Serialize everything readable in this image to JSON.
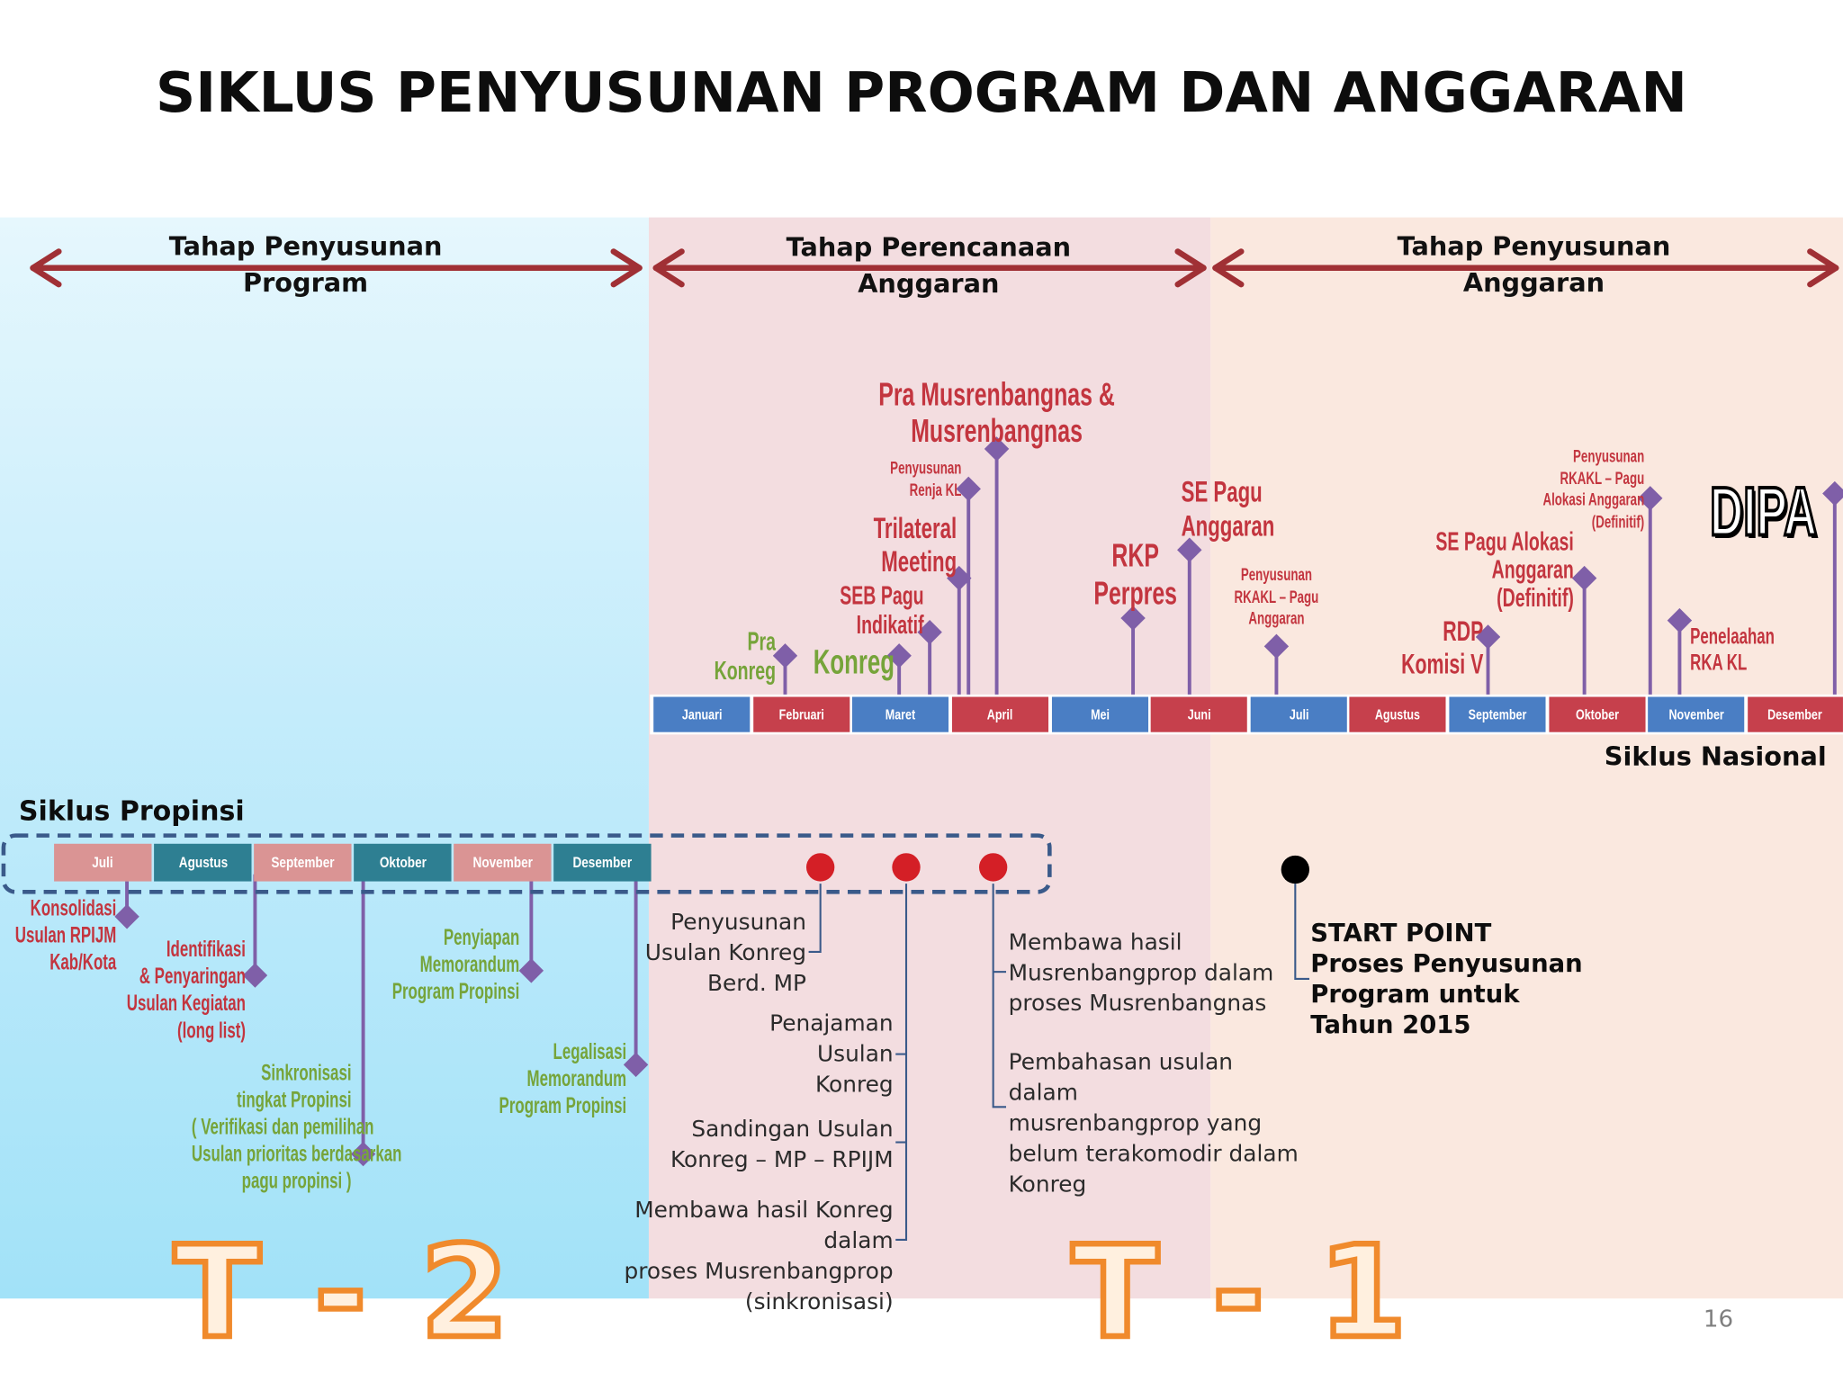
{
  "title": "SIKLUS PENYUSUNAN PROGRAM DAN ANGGARAN",
  "phases": [
    {
      "line1": "Tahap Penyusunan",
      "line2": "Program"
    },
    {
      "line1": "Tahap Perencanaan",
      "line2": "Anggaran"
    },
    {
      "line1": "Tahap Penyusunan",
      "line2": "Anggaran"
    }
  ],
  "national": {
    "label": "Siklus Nasional",
    "months": [
      "Januari",
      "Februari",
      "Maret",
      "April",
      "Mei",
      "Juni",
      "Juli",
      "Agustus",
      "September",
      "Oktober",
      "November",
      "Desember"
    ],
    "events": {
      "pra_musren_1": "Pra Musrenbangnas &",
      "pra_musren_2": "Musrenbangnas",
      "renja_1": "Penyusunan",
      "renja_2": "Renja KL",
      "trilateral_1": "Trilateral",
      "trilateral_2": "Meeting",
      "seb_1": "SEB Pagu",
      "seb_2": "Indikatif",
      "pra_konreg_1": "Pra",
      "pra_konreg_2": "Konreg",
      "konreg": "Konreg",
      "rkp_1": "RKP",
      "rkp_2": "Perpres",
      "se_pagu_1": "SE Pagu",
      "se_pagu_2": "Anggaran",
      "rkakl_pagu_1": "Penyusunan",
      "rkakl_pagu_2": "RKAKL – Pagu",
      "rkakl_pagu_3": "Anggaran",
      "se_alokasi_1": "SE Pagu Alokasi",
      "se_alokasi_2": "Anggaran",
      "se_alokasi_3": "(Definitif)",
      "rdp_1": "RDP",
      "rdp_2": "Komisi V",
      "rkakl_def_1": "Penyusunan",
      "rkakl_def_2": "RKAKL – Pagu",
      "rkakl_def_3": "Alokasi  Anggaran",
      "rkakl_def_4": "(Definitif)",
      "dipa": "DIPA",
      "penelaahan_1": "Penelaahan",
      "penelaahan_2": "RKA KL"
    }
  },
  "provincial": {
    "label": "Siklus Propinsi",
    "months": [
      "Juli",
      "Agustus",
      "September",
      "Oktober",
      "November",
      "Desember"
    ],
    "events": {
      "konsolidasi": [
        "Konsolidasi",
        "Usulan RPIJM",
        "Kab/Kota"
      ],
      "identifikasi": [
        "Identifikasi",
        "& Penyaringan",
        "Usulan Kegiatan",
        "(long list)"
      ],
      "sinkronisasi": [
        "Sinkronisasi",
        "tingkat Propinsi",
        "( Verifikasi dan pemilihan",
        "Usulan prioritas berdasarkan",
        "pagu propinsi )"
      ],
      "penyiapan": [
        "Penyiapan",
        "Memorandum",
        "Program Propinsi"
      ],
      "legalisasi": [
        "Legalisasi",
        "Memorandum",
        "Program Propinsi"
      ]
    }
  },
  "notes": {
    "penyusunan": [
      "Penyusunan",
      "Usulan Konreg",
      "Berd.  MP"
    ],
    "penajaman": [
      "Penajaman",
      "Usulan",
      "Konreg"
    ],
    "sandingan": [
      "Sandingan Usulan",
      "Konreg – MP – RPIJM"
    ],
    "membawa_konreg": [
      "Membawa hasil Konreg dalam",
      "proses Musrenbangprop",
      "(sinkronisasi)"
    ],
    "membawa_musren": [
      "Membawa hasil",
      "Musrenbangprop dalam",
      "proses Musrenbangnas"
    ],
    "pembahasan": [
      "Pembahasan usulan dalam",
      "musrenbangprop yang",
      "belum terakomodir dalam",
      "Konreg"
    ]
  },
  "start_point": [
    "START POINT",
    "Proses Penyusunan",
    "Program untuk",
    "Tahun 2015"
  ],
  "t2": "T - 2",
  "t1": "T - 1",
  "page_number": "16",
  "colors": {
    "arrow": "#a03035",
    "connector": "#7f5fa8",
    "dash": "#3a5a8a",
    "dot": "#d41f26"
  }
}
